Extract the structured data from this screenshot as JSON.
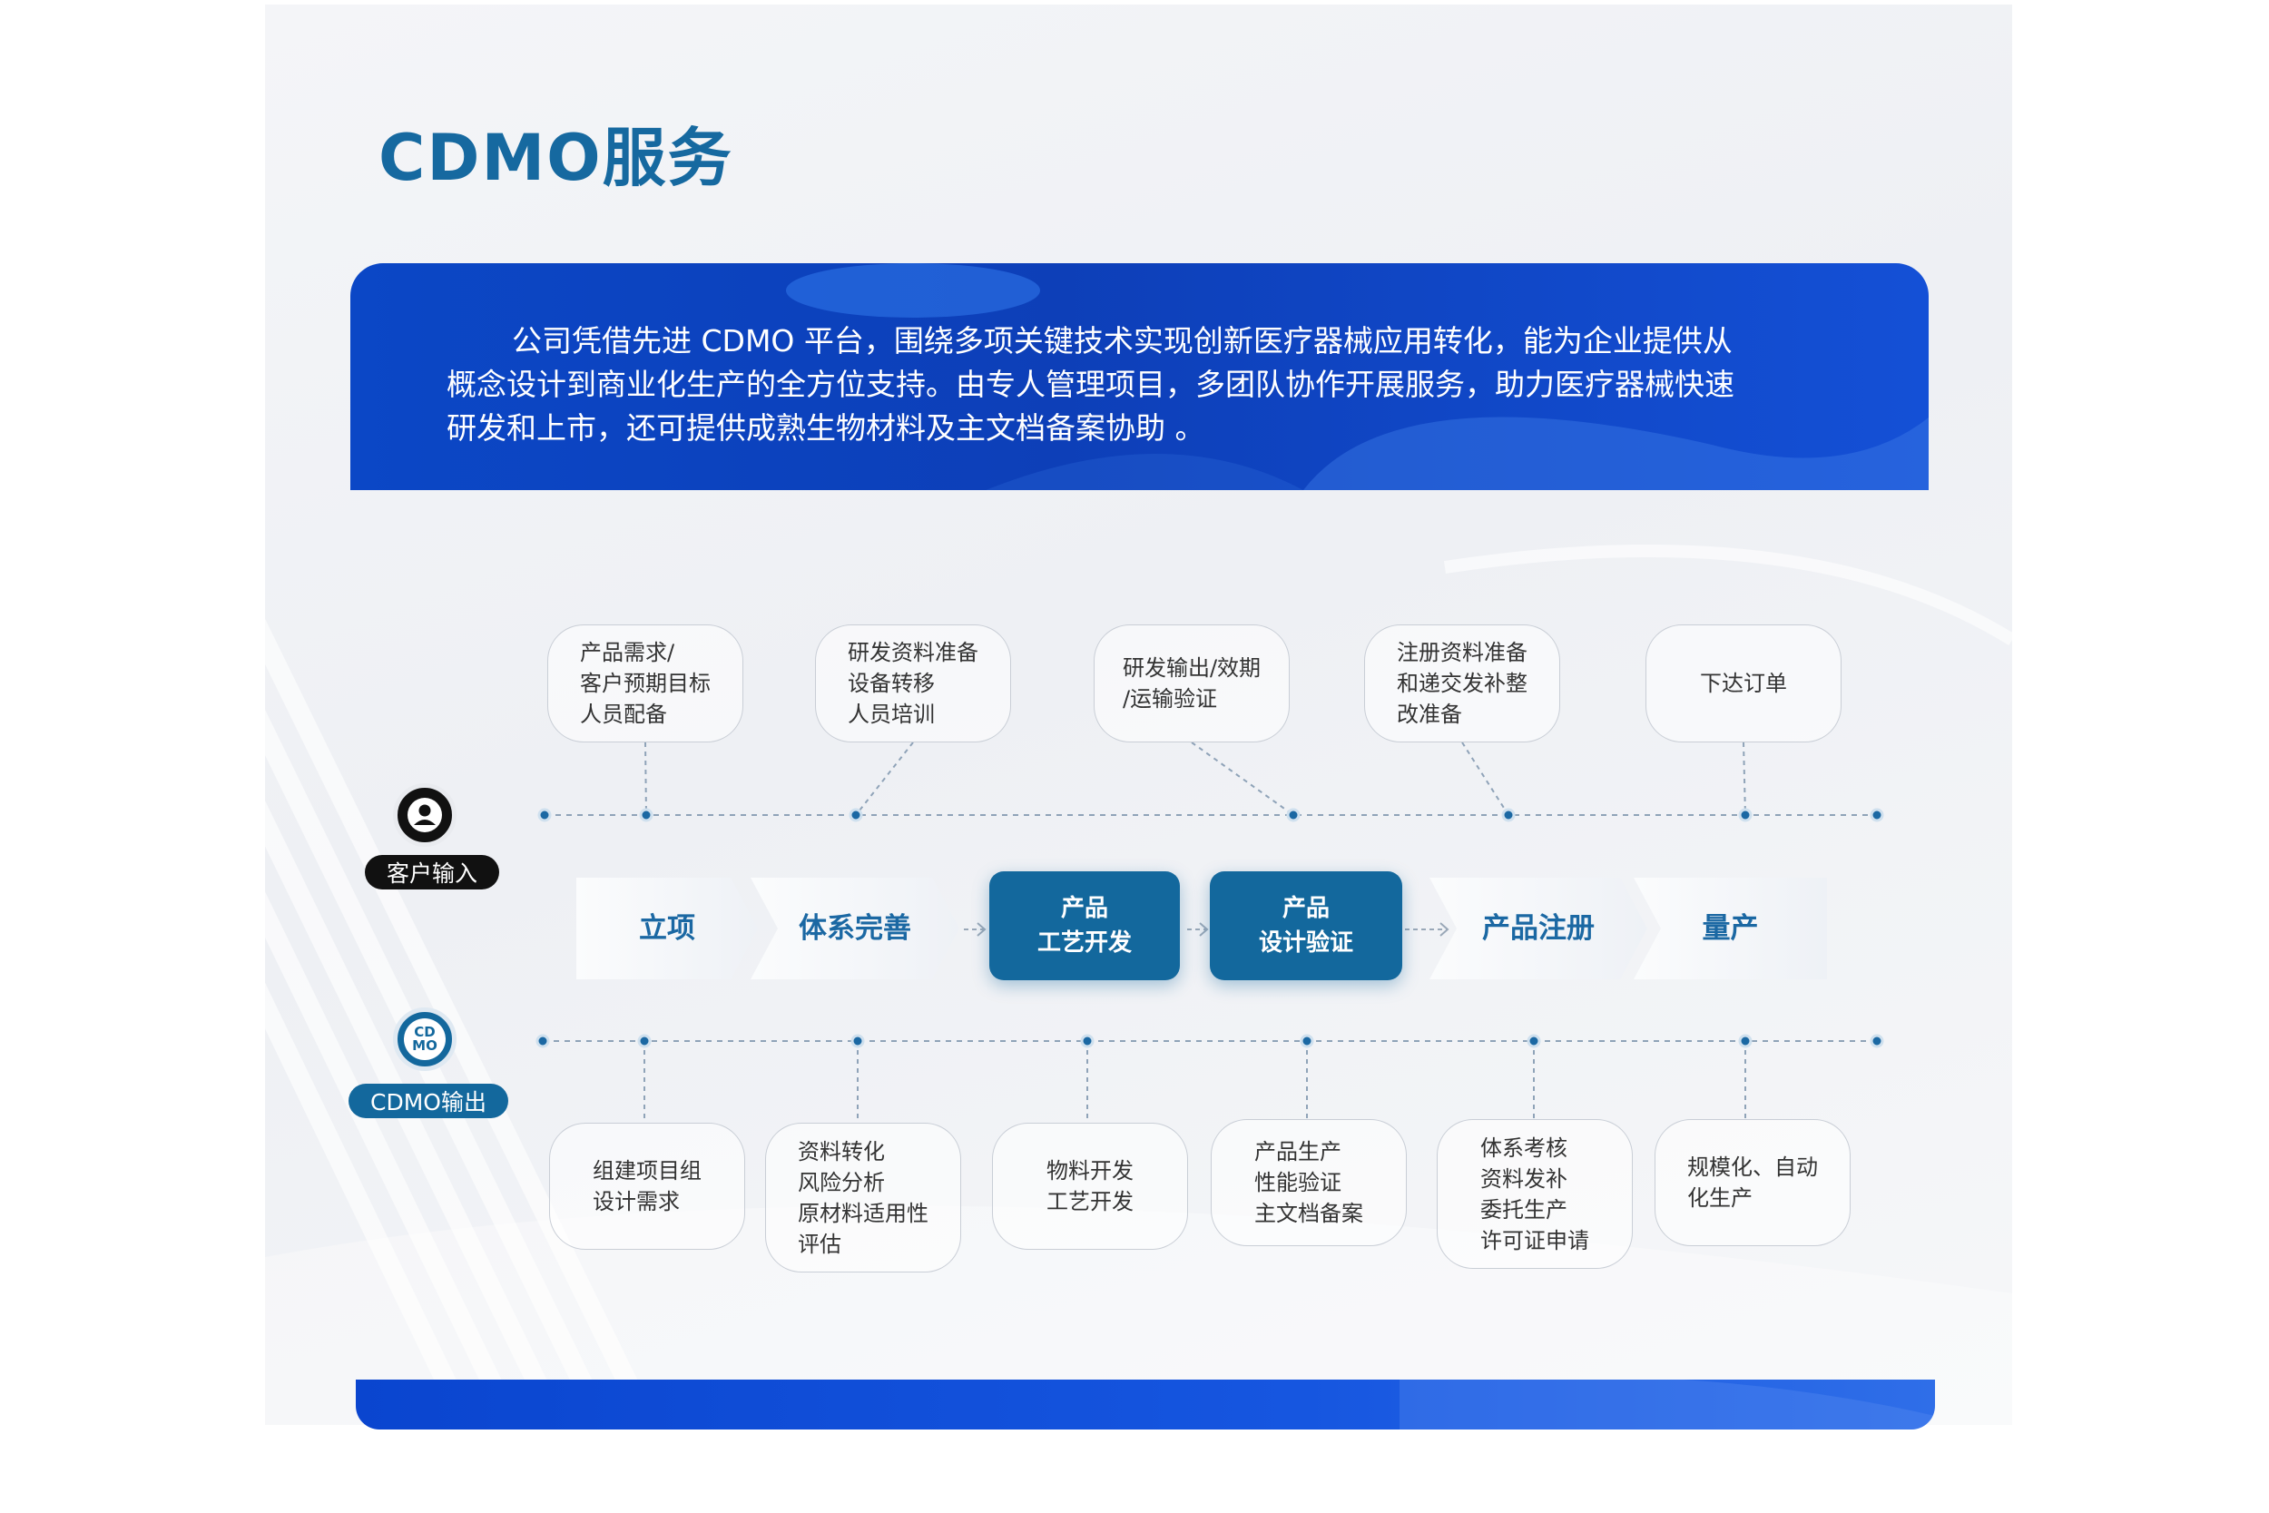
{
  "title": "CDMO服务",
  "intro": "公司凭借先进 CDMO 平台，围绕多项关键技术实现创新医疗器械应用转化，能为企业提供从概念设计到商业化生产的全方位支持。由专人管理项目，多团队协作开展服务，助力医疗器械快速研发和上市，还可提供成熟生物材料及主文档备案协助 。",
  "intro_lines": [
    "公司凭借先进 CDMO 平台，围绕多项关键技术实现创新医疗器械应用转化，能为企业提供从",
    "概念设计到商业化生产的全方位支持。由专人管理项目，多团队协作开展服务，助力医疗器械快速",
    "研发和上市，还可提供成熟生物材料及主文档备案协助 。"
  ],
  "roles": {
    "customer": {
      "label": "客户输入",
      "icon": "person-icon"
    },
    "cdmo": {
      "label": "CDMO输出",
      "icon_text": "CD\nMO",
      "icon_line1": "CD",
      "icon_line2": "MO"
    }
  },
  "customer_inputs": [
    {
      "lines": [
        "产品需求/",
        "客户预期目标",
        "人员配备"
      ]
    },
    {
      "lines": [
        "研发资料准备",
        "设备转移",
        "人员培训"
      ]
    },
    {
      "lines": [
        "研发输出/效期",
        "/运输验证"
      ]
    },
    {
      "lines": [
        "注册资料准备",
        "和递交发补整",
        "改准备"
      ]
    },
    {
      "lines": [
        "下达订单"
      ]
    }
  ],
  "stages": [
    {
      "lines": [
        "立项"
      ],
      "style": "light"
    },
    {
      "lines": [
        "体系完善"
      ],
      "style": "light"
    },
    {
      "lines": [
        "产品",
        "工艺开发"
      ],
      "style": "dark"
    },
    {
      "lines": [
        "产品",
        "设计验证"
      ],
      "style": "dark"
    },
    {
      "lines": [
        "产品注册"
      ],
      "style": "light"
    },
    {
      "lines": [
        "量产"
      ],
      "style": "light"
    }
  ],
  "cdmo_outputs": [
    {
      "lines": [
        "组建项目组",
        "设计需求"
      ]
    },
    {
      "lines": [
        "资料转化",
        "风险分析",
        "原材料适用性",
        "评估"
      ]
    },
    {
      "lines": [
        "物料开发",
        "工艺开发"
      ]
    },
    {
      "lines": [
        "产品生产",
        "性能验证",
        "主文档备案"
      ]
    },
    {
      "lines": [
        "体系考核",
        "资料发补",
        "委托生产",
        "许可证申请"
      ]
    },
    {
      "lines": [
        "规模化、自动",
        "化生产"
      ]
    }
  ],
  "colors": {
    "title": "#1669a0",
    "banner": "#0d3fb8",
    "stage_dark": "#13689d",
    "stage_text": "#1b68a3",
    "customer_badge": "#111111",
    "cdmo_badge": "#13689d",
    "connector": "#8fa3b8"
  }
}
